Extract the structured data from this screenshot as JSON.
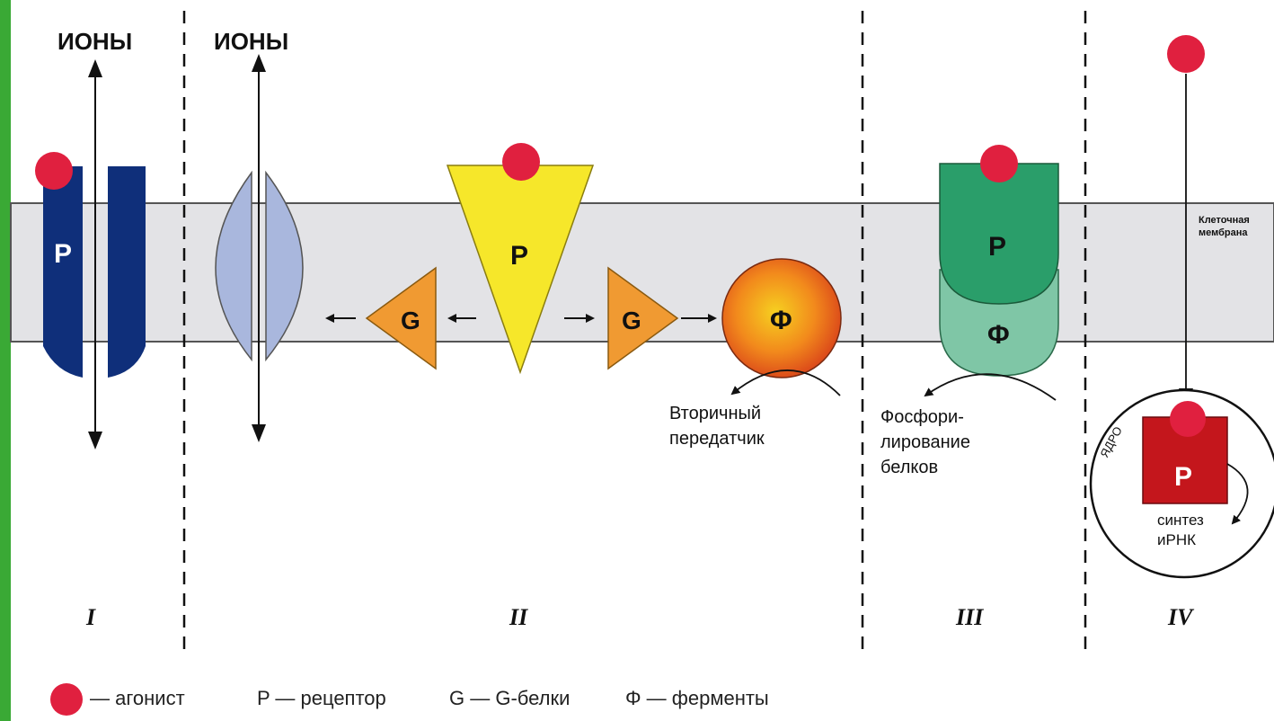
{
  "labels": {
    "ions_1": "ИОНЫ",
    "ions_2": "ИОНЫ",
    "membrane_line1": "Клеточная",
    "membrane_line2": "мембрана",
    "nucleus": "ЯДРО"
  },
  "shapes": {
    "receptor": "P",
    "g_protein": "G",
    "enzyme": "Φ"
  },
  "annotations": {
    "second_messenger_line1": "Вторичный",
    "second_messenger_line2": "передатчик",
    "phosphorylation_line1": "Фосфори-",
    "phosphorylation_line2": "лирование",
    "phosphorylation_line3": "белков",
    "synthesis_line1": "синтез",
    "synthesis_line2": "иРНК"
  },
  "sections": [
    "I",
    "II",
    "III",
    "IV"
  ],
  "legend": {
    "agonist": "— агонист",
    "receptor": "P — рецептор",
    "g_proteins": "G — G-белки",
    "enzymes": "Φ — ферменты"
  },
  "colors": {
    "left_bar": "#3aa935",
    "membrane": "#e3e3e6",
    "agonist": "#e0203f",
    "receptor_channel": "#0f2f7a",
    "ion_channel": "#a9b7dd",
    "receptor_gpcr": "#f6e72a",
    "g_protein": "#f09a32",
    "receptor_enzyme": "#2a9e6a",
    "enzyme_light": "#7fc6a6",
    "nuclear_receptor": "#c4161c"
  }
}
